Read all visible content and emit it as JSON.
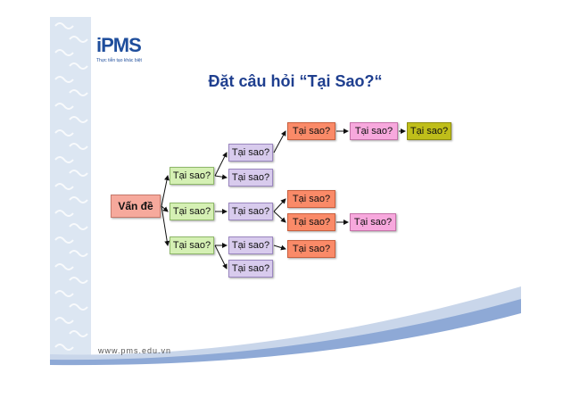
{
  "logo": {
    "mark": "iPMS",
    "tagline": "Thực tiễn tạo khác biệt"
  },
  "title": "Đặt câu hỏi “Tại Sao?“",
  "website": "www.pms.edu.vn",
  "diagram": {
    "root": "Vấn đề",
    "nodes": [
      {
        "id": "g1",
        "label": "Tại sao?",
        "color": "#d5f0b4"
      },
      {
        "id": "g2",
        "label": "Tại sao?",
        "color": "#d5f0b4"
      },
      {
        "id": "g3",
        "label": "Tại sao?",
        "color": "#d5f0b4"
      },
      {
        "id": "p1",
        "label": "Tại sao?",
        "color": "#d8cbed"
      },
      {
        "id": "p2",
        "label": "Tại sao?",
        "color": "#d8cbed"
      },
      {
        "id": "p3",
        "label": "Tại sao?",
        "color": "#d8cbed"
      },
      {
        "id": "p4",
        "label": "Tại sao?",
        "color": "#d8cbed"
      },
      {
        "id": "p5",
        "label": "Tại sao?",
        "color": "#d8cbed"
      },
      {
        "id": "o1",
        "label": "Tại sao?",
        "color": "#fa8a68"
      },
      {
        "id": "o2",
        "label": "Tại sao?",
        "color": "#fa8a68"
      },
      {
        "id": "o3",
        "label": "Tại sao?",
        "color": "#fa8a68"
      },
      {
        "id": "o4",
        "label": "Tại sao?",
        "color": "#fa8a68"
      },
      {
        "id": "k1",
        "label": "Tại sao?",
        "color": "#f7a8dd"
      },
      {
        "id": "k2",
        "label": "Tại sao?",
        "color": "#f7a8dd"
      },
      {
        "id": "y1",
        "label": "Tại sao?",
        "color": "#bfbe1a"
      }
    ],
    "edges": [
      [
        "root",
        "g1"
      ],
      [
        "root",
        "g2"
      ],
      [
        "root",
        "g3"
      ],
      [
        "g1",
        "p1"
      ],
      [
        "g1",
        "p2"
      ],
      [
        "g2",
        "p3"
      ],
      [
        "g3",
        "p4"
      ],
      [
        "g3",
        "p5"
      ],
      [
        "p1",
        "o1"
      ],
      [
        "o1",
        "k1"
      ],
      [
        "k1",
        "y1"
      ],
      [
        "p3",
        "o2"
      ],
      [
        "p3",
        "o3"
      ],
      [
        "o3",
        "k2"
      ],
      [
        "p4",
        "o4"
      ]
    ]
  }
}
